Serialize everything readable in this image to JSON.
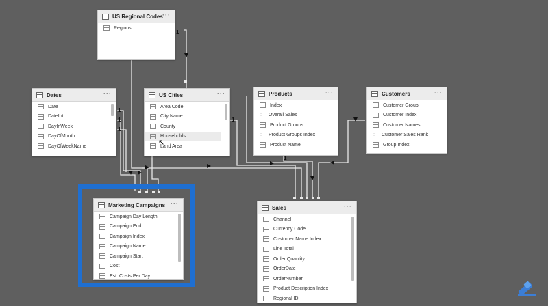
{
  "tables": {
    "us_regional_codes": {
      "title": "US Regional Codes",
      "fields": [
        "Regions"
      ]
    },
    "dates": {
      "title": "Dates",
      "fields": [
        "Date",
        "DateInt",
        "DayInWeek",
        "DayOfMonth",
        "DayOfWeekName"
      ]
    },
    "us_cities": {
      "title": "US Cities",
      "fields": [
        "Area Code",
        "City Name",
        "County",
        "Households",
        "Land Area"
      ]
    },
    "products": {
      "title": "Products",
      "fields": [
        "Index",
        "Overall Sales",
        "Product Groups",
        "Product Groups Index",
        "Product Name"
      ]
    },
    "customers": {
      "title": "Customers",
      "fields": [
        "Customer Group",
        "Customer Index",
        "Customer Names",
        "Customer Sales Rank",
        "Group Index"
      ]
    },
    "marketing_campaigns": {
      "title": "Marketing Campaigns",
      "fields": [
        "Campaign Day Length",
        "Campaign End",
        "Campaign Index",
        "Campaign Name",
        "Campaign Start",
        "Cost",
        "Est. Costs Per Day"
      ]
    },
    "sales": {
      "title": "Sales",
      "fields": [
        "Channel",
        "Currency Code",
        "Customer Name Index",
        "Line Total",
        "Order Quantity",
        "OrderDate",
        "OrderNumber",
        "Product Description Index",
        "Regional ID"
      ]
    }
  },
  "more_glyph": "···",
  "cardinality_one": "1",
  "accent_color": "#1f6fd1",
  "selected_table": "Marketing Campaigns"
}
